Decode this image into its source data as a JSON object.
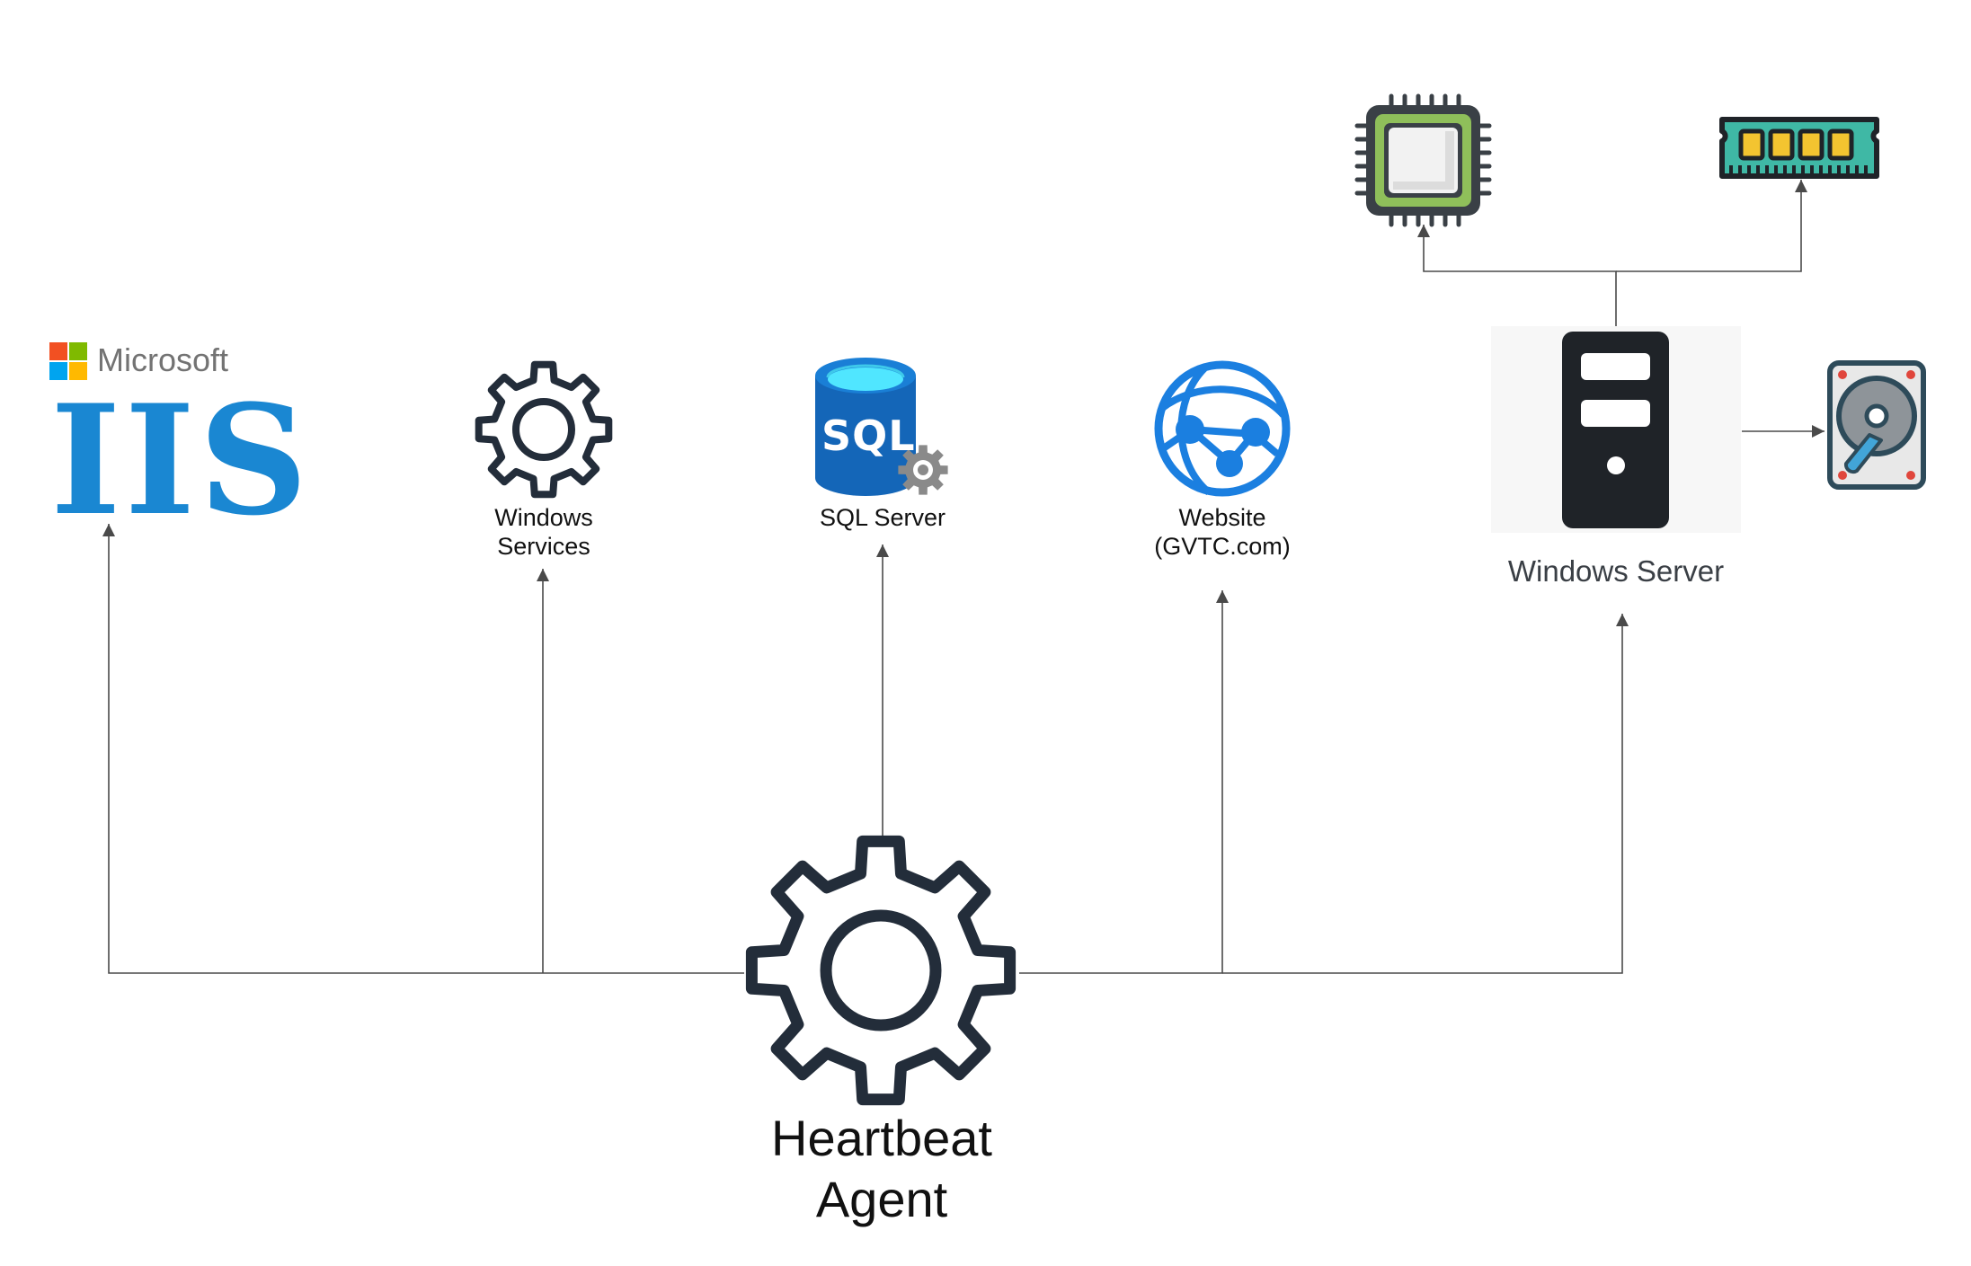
{
  "nodes": {
    "iis": {
      "vendor": "Microsoft",
      "name": "IIS",
      "icon": "iis-logo-icon"
    },
    "windows_services": {
      "label": [
        "Windows",
        "Services"
      ],
      "icon": "gear-icon"
    },
    "sql_server": {
      "badge": "SQL",
      "label": "SQL Server",
      "icon": "sql-database-icon"
    },
    "website": {
      "label": [
        "Website",
        "(GVTC.com)"
      ],
      "icon": "globe-network-icon"
    },
    "windows_server": {
      "label": "Windows Server",
      "icon": "server-tower-icon"
    },
    "cpu": {
      "icon": "cpu-chip-icon"
    },
    "ram": {
      "icon": "ram-module-icon"
    },
    "disk": {
      "icon": "hard-disk-icon"
    },
    "agent": {
      "label": [
        "Heartbeat",
        "Agent"
      ],
      "icon": "gear-icon"
    }
  },
  "colors": {
    "line": "#4a4a4a",
    "icon_dark": "#232d3a",
    "iis_blue": "#1a87d2",
    "sql_blue": "#1466b8",
    "sql_cyan": "#50e6ff",
    "globe_blue": "#1b7fe0",
    "chip_green": "#8fbf5a",
    "ram_yellow": "#f3c430",
    "ram_teal": "#3fb8a5",
    "disk_blue": "#42a5d8"
  },
  "edges": [
    {
      "from": "agent",
      "to": "iis"
    },
    {
      "from": "agent",
      "to": "windows_services"
    },
    {
      "from": "agent",
      "to": "sql_server"
    },
    {
      "from": "agent",
      "to": "website"
    },
    {
      "from": "agent",
      "to": "windows_server"
    },
    {
      "from": "windows_server",
      "to": "cpu"
    },
    {
      "from": "windows_server",
      "to": "ram"
    },
    {
      "from": "windows_server",
      "to": "disk"
    }
  ]
}
